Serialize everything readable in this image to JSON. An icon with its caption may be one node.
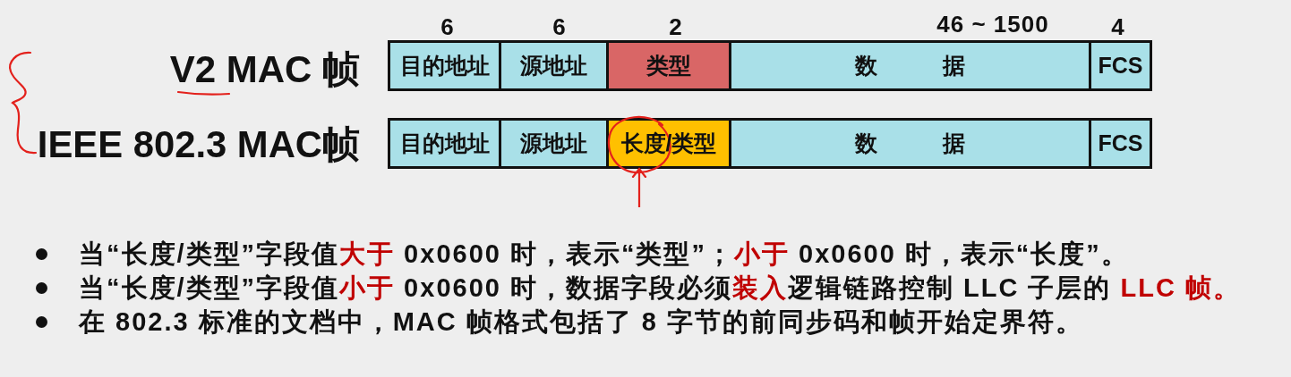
{
  "diagram": {
    "nodes": [
      {
        "text": [
          "目的地址"
        ],
        "beside": [
          "6"
        ]
      },
      {
        "text": [
          "源地址"
        ],
        "beside": [
          "6"
        ]
      },
      {
        "text": [
          "类型"
        ],
        "beside": [
          "2"
        ]
      },
      {
        "text": [
          "数 据"
        ],
        "beside": [
          "46 ~ 1500"
        ]
      },
      {
        "text": [
          "FCS"
        ],
        "beside": [
          "4"
        ]
      },
      {
        "text": [
          "目的地址"
        ]
      },
      {
        "text": [
          "源地址"
        ]
      },
      {
        "text": [
          "长度/类型"
        ]
      },
      {
        "text": [
          "数 据"
        ]
      },
      {
        "text": [
          "FCS"
        ]
      }
    ],
    "edges": [
      {
        "from": null,
        "to": 7,
        "arrow": "to",
        "color": "#e3211c"
      }
    ],
    "labels": [
      "V2 MAC 帧",
      "IEEE 802.3 MAC帧",
      "当“长度/类型”字段值**大于** 0x0600 时，表示“类型”；**小于** 0x0600 时，表示“长度”。",
      "当“长度/类型”字段值**小于** 0x0600 时，数据字段必须**装入**逻辑链路控制 LLC 子层的 **LLC 帧。**",
      "在 802.3 标准的文档中，MAC 帧格式包括了 8 字节的前同步码和帧开始定界符。"
    ]
  }
}
